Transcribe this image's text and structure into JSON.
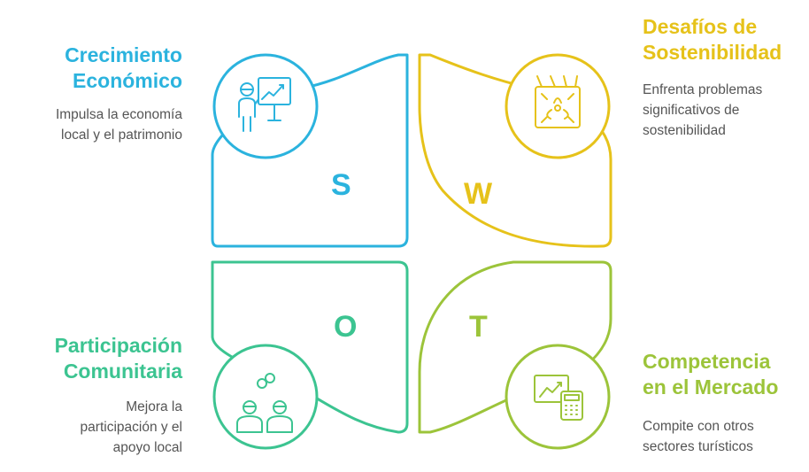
{
  "swot": {
    "S": {
      "letter": "S",
      "title_line1": "Crecimiento",
      "title_line2": "Económico",
      "desc_line1": "Impulsa la economía",
      "desc_line2": "local y el patrimonio",
      "color": "#2bb3de",
      "icon": "presentation-icon"
    },
    "W": {
      "letter": "W",
      "title_line1": "Desafíos de",
      "title_line2": "Sostenibilidad",
      "desc_line1": "Enfrenta problemas",
      "desc_line2": "significativos de",
      "desc_line3": "sostenibilidad",
      "color": "#e6c21a",
      "icon": "toxic-hazard-icon"
    },
    "O": {
      "letter": "O",
      "title_line1": "Participación",
      "title_line2": "Comunitaria",
      "desc_line1": "Mejora la",
      "desc_line2": "participación y el",
      "desc_line3": "apoyo local",
      "color": "#3cc491",
      "icon": "community-icon"
    },
    "T": {
      "letter": "T",
      "title_line1": "Competencia",
      "title_line2": "en el Mercado",
      "desc_line1": "Compite con otros",
      "desc_line2": "sectores turísticos",
      "color": "#9cc43a",
      "icon": "market-analysis-icon"
    }
  }
}
